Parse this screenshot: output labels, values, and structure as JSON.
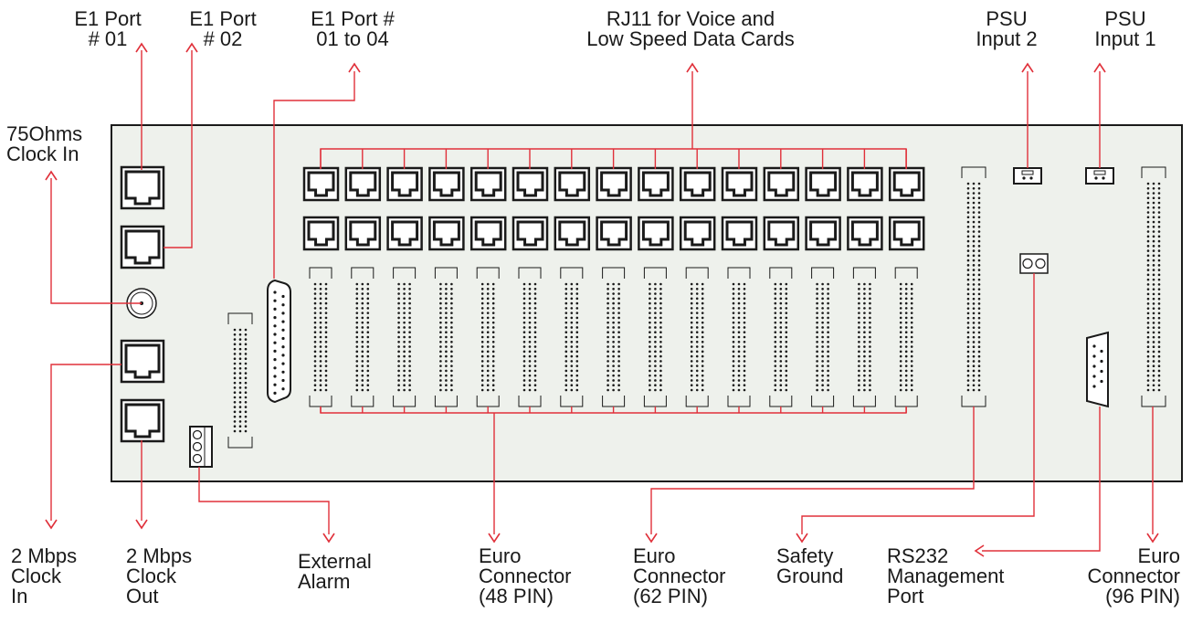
{
  "labels": {
    "e1_port_01": "E1 Port\n# 01",
    "e1_port_02": "E1 Port\n# 02",
    "e1_port_01_04": "E1 Port #\n01 to 04",
    "rj11": "RJ11 for Voice and\nLow Speed Data Cards",
    "psu_input_2": "PSU\nInput 2",
    "psu_input_1": "PSU\nInput 1",
    "clock_75ohms": "75Ohms\nClock In",
    "clock_2mbps_in": "2 Mbps\nClock\nIn",
    "clock_2mbps_out": "2 Mbps\nClock\nOut",
    "external_alarm": "External\nAlarm",
    "euro_48": "Euro\nConnector\n(48 PIN)",
    "euro_62": "Euro\nConnector\n(62 PIN)",
    "safety_ground": "Safety\nGround",
    "rs232": "RS232\nManagement\nPort",
    "euro_96": "Euro\nConnector\n(96 PIN)"
  },
  "colors": {
    "line": "#e0303a",
    "panel": "#eef1ec",
    "outline": "#1a1a1a",
    "text": "#1a1a1a"
  },
  "counts": {
    "rj11_per_row": 15,
    "rj11_rows": 2,
    "euro_48_slots": 15
  }
}
